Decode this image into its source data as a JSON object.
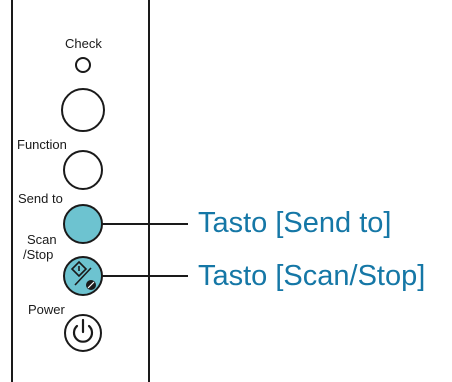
{
  "panel": {
    "check_label": "Check",
    "function_label": "Function",
    "send_to_label": "Send to",
    "scan_label": "Scan",
    "stop_label": "/Stop",
    "power_label": "Power"
  },
  "callouts": {
    "send_to": "Tasto [Send to]",
    "scan_stop": "Tasto [Scan/Stop]"
  },
  "colors": {
    "highlight_fill": "#6dc3d0",
    "callout_text": "#1577a6",
    "outline": "#1a1a1a"
  },
  "icons": {
    "scan_stop": "scan-stop-icon",
    "power": "power-icon"
  }
}
